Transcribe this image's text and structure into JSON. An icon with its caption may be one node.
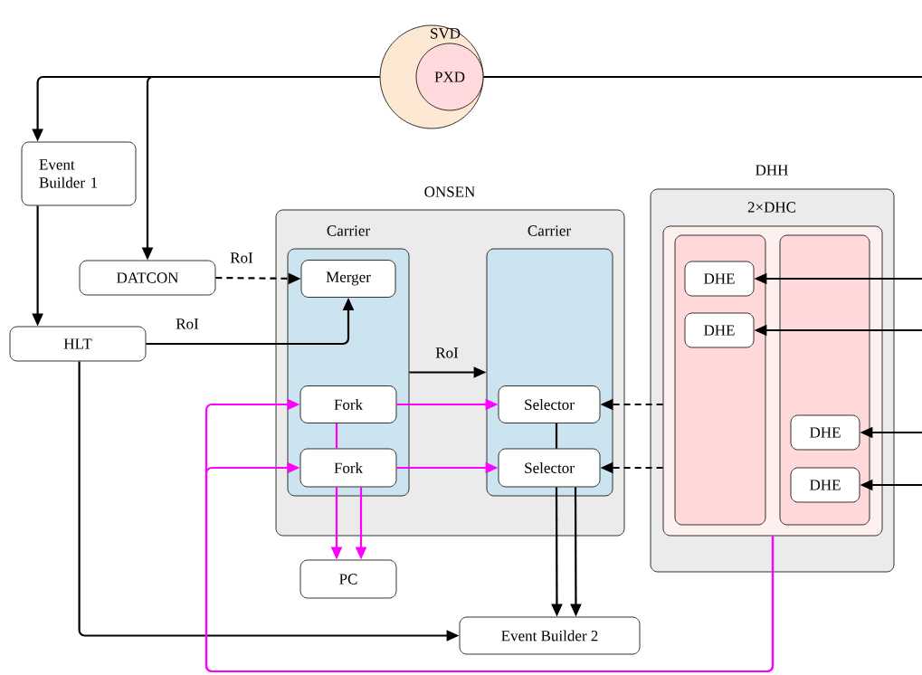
{
  "diagram": {
    "nodes": [
      {
        "text": [
          "SVD"
        ]
      },
      {
        "text": [
          "PXD"
        ],
        "in": 0
      },
      {
        "text": [
          "Event Builder 1"
        ]
      },
      {
        "text": [
          "DATCON"
        ]
      },
      {
        "text": [
          "HLT"
        ]
      },
      {
        "text": [
          "ONSEN"
        ]
      },
      {
        "text": [
          "Carrier"
        ],
        "in": 5
      },
      {
        "text": [
          "Merger"
        ],
        "in": 6
      },
      {
        "text": [
          "Fork"
        ],
        "in": 6
      },
      {
        "text": [
          "Fork"
        ],
        "in": 6
      },
      {
        "text": [
          "Carrier"
        ],
        "in": 5
      },
      {
        "text": [
          "Selector"
        ],
        "in": 10
      },
      {
        "text": [
          "Selector"
        ],
        "in": 10
      },
      {
        "text": [
          "PC"
        ]
      },
      {
        "text": [
          "Event Builder 2"
        ]
      },
      {
        "text": [
          "DHH",
          "2×DHC"
        ]
      },
      {
        "text": [],
        "shape": "box",
        "in": 15
      },
      {
        "text": [],
        "shape": "box",
        "in": 16
      },
      {
        "text": [],
        "shape": "box",
        "in": 16
      },
      {
        "text": [
          "DHE"
        ],
        "in": 17
      },
      {
        "text": [
          "DHE"
        ],
        "in": 17
      },
      {
        "text": [
          "DHE"
        ],
        "in": 18
      },
      {
        "text": [
          "DHE"
        ],
        "in": 18
      }
    ],
    "edges": [
      {
        "from": 0,
        "to": 2,
        "arrow": "to"
      },
      {
        "from": 0,
        "to": 3,
        "arrow": "to"
      },
      {
        "from": 1,
        "to": null,
        "arrow": "none"
      },
      {
        "from": 2,
        "to": 4,
        "arrow": "to"
      },
      {
        "from": 3,
        "to": 7,
        "arrow": "to",
        "label": "RoI",
        "style": "dashed"
      },
      {
        "from": 4,
        "to": 7,
        "arrow": "to",
        "label": "RoI"
      },
      {
        "from": 6,
        "to": 10,
        "arrow": "to",
        "label": "RoI"
      },
      {
        "from": 8,
        "to": 11,
        "arrow": "to",
        "color": "#ff00ff"
      },
      {
        "from": 9,
        "to": 12,
        "arrow": "to",
        "color": "#ff00ff"
      },
      {
        "from": 8,
        "to": 9,
        "arrow": "none",
        "color": "#ff00ff"
      },
      {
        "from": 11,
        "to": 12,
        "arrow": "none"
      },
      {
        "from": 9,
        "to": 13,
        "arrow": "to",
        "color": "#ff00ff"
      },
      {
        "from": 9,
        "to": 13,
        "arrow": "to",
        "color": "#ff00ff"
      },
      {
        "from": 12,
        "to": 14,
        "arrow": "to"
      },
      {
        "from": 12,
        "to": 14,
        "arrow": "to"
      },
      {
        "from": 4,
        "to": 14,
        "arrow": "to"
      },
      {
        "from": 16,
        "to": 8,
        "arrow": "to",
        "color": "#ff00ff"
      },
      {
        "from": 16,
        "to": 9,
        "arrow": "to",
        "color": "#ff00ff"
      },
      {
        "from": 16,
        "to": 11,
        "arrow": "to",
        "style": "dashed"
      },
      {
        "from": 16,
        "to": 12,
        "arrow": "to",
        "style": "dashed"
      },
      {
        "from": null,
        "to": 19,
        "arrow": "to"
      },
      {
        "from": null,
        "to": 20,
        "arrow": "to"
      },
      {
        "from": null,
        "to": 21,
        "arrow": "to"
      },
      {
        "from": null,
        "to": 22,
        "arrow": "to"
      }
    ]
  }
}
